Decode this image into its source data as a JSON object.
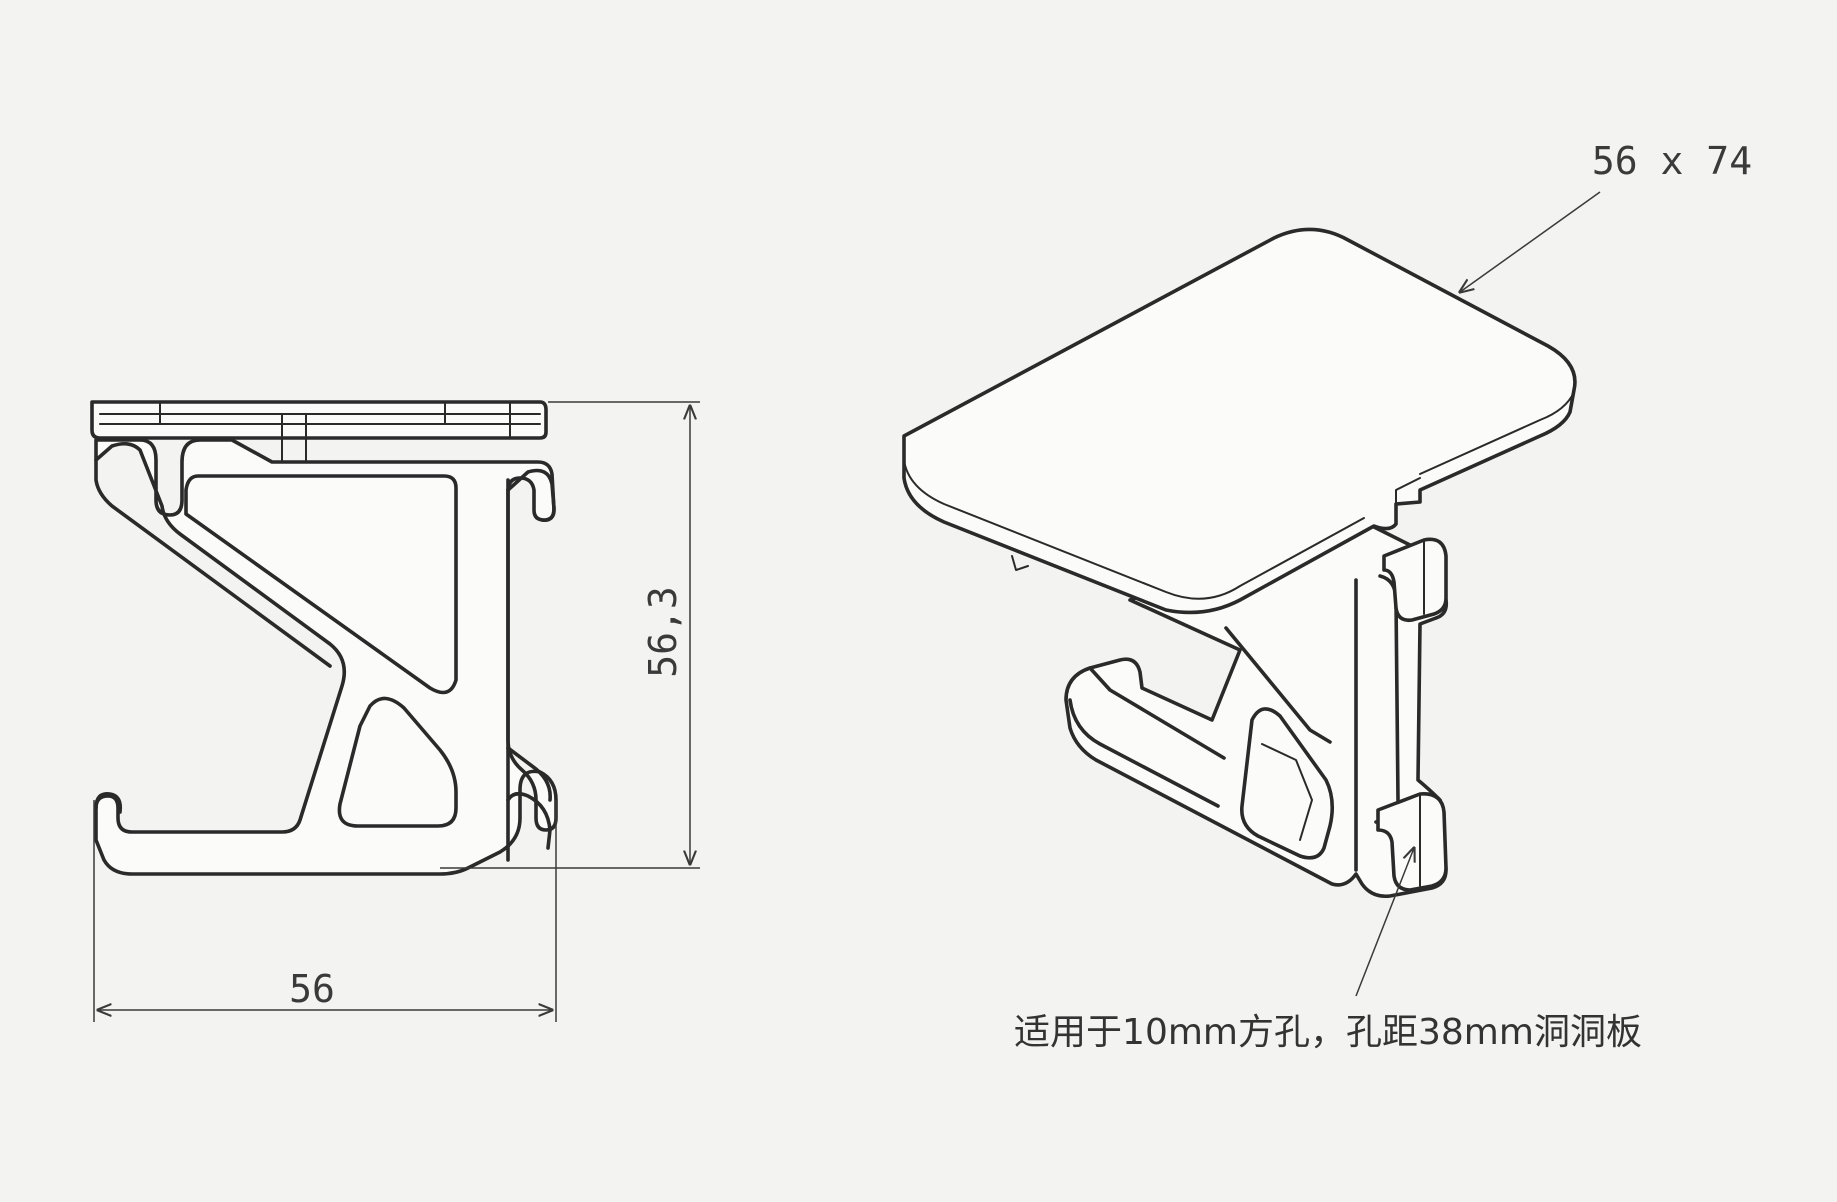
{
  "dimensions": {
    "width_label": "56",
    "height_label": "56,3",
    "plate_label": "56 x 74"
  },
  "note": {
    "text": "适用于10mm方孔，孔距38mm洞洞板"
  },
  "colors": {
    "background": "#f3f3f1",
    "line": "#2a2a2a",
    "dimension": "#3a3a3a"
  }
}
